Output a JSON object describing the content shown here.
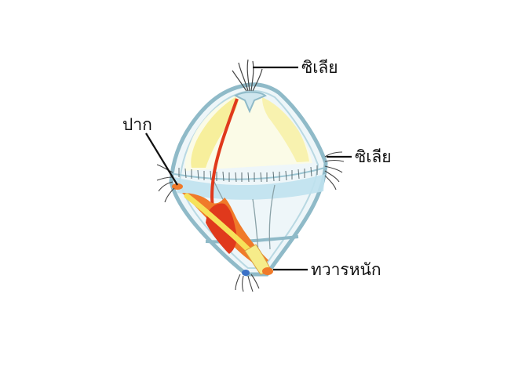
{
  "labels": {
    "cilia_top": "ซิเลีย",
    "cilia_right": "ซิเลีย",
    "mouth": "ปาก",
    "anus": "ทวารหนัก"
  },
  "colors": {
    "outline": "#8fbac8",
    "body_fill": "#eef6f9",
    "band": "#bfe2ee",
    "yellow": "#f6ec8a",
    "gut_red": "#e0391c",
    "gut_orange": "#f07a2a",
    "gut_yellow": "#f6e25a",
    "line": "#111111"
  }
}
